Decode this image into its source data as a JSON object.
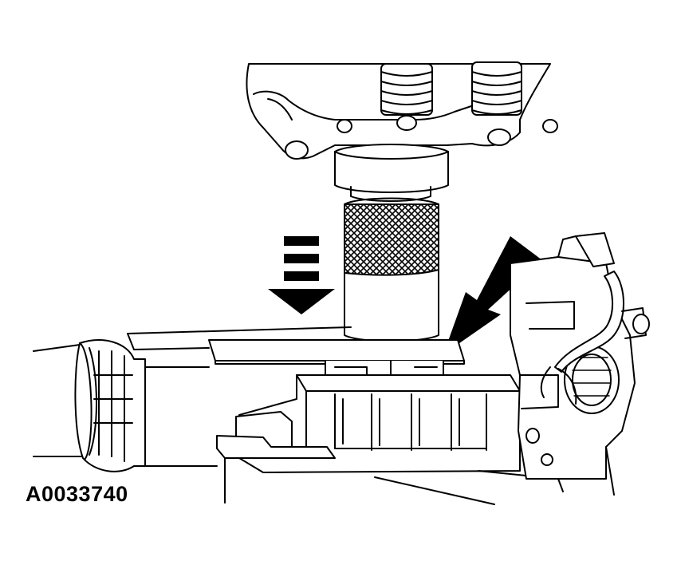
{
  "figure": {
    "id_label": "A0033740"
  },
  "colors": {
    "ink": "#000000",
    "paper": "#ffffff"
  },
  "icons": {
    "press-arrow": "downward-striped-arrow",
    "pointer-arrow": "diagonal-pointer-arrow"
  }
}
